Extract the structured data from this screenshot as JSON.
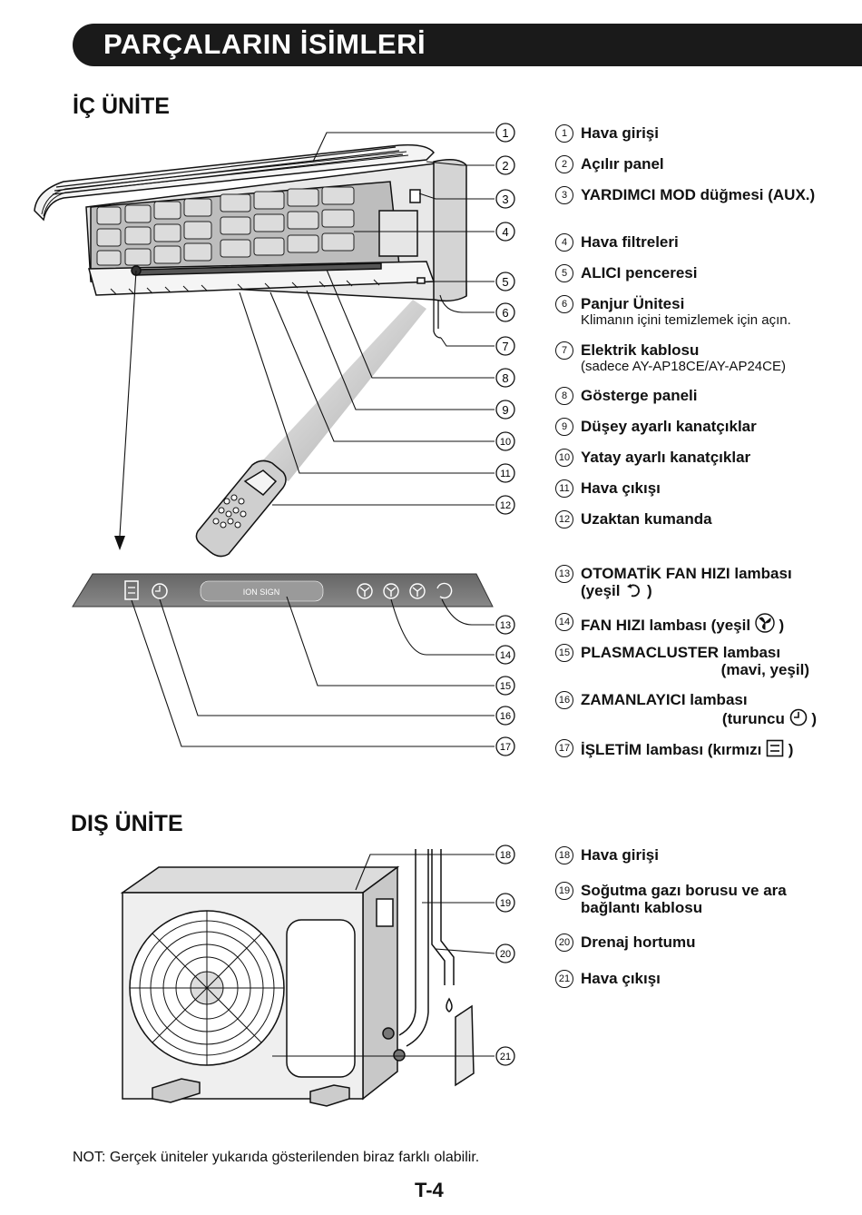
{
  "header": {
    "title": "PARÇALARIN İSİMLERİ"
  },
  "sections": {
    "indoor": "İÇ ÜNİTE",
    "outdoor": "DIŞ ÜNİTE"
  },
  "callout_numbers": [
    "1",
    "2",
    "3",
    "4",
    "5",
    "6",
    "7",
    "8",
    "9",
    "10",
    "11",
    "12",
    "13",
    "14",
    "15",
    "16",
    "17",
    "18",
    "19",
    "20",
    "21"
  ],
  "indoor_parts": [
    {
      "num": "1",
      "label": "Hava girişi",
      "sub": ""
    },
    {
      "num": "2",
      "label": "Açılır panel",
      "sub": ""
    },
    {
      "num": "3",
      "label": "YARDIMCI MOD düğmesi (AUX.)",
      "sub": ""
    },
    {
      "num": "4",
      "label": "Hava filtreleri",
      "sub": ""
    },
    {
      "num": "5",
      "label": "ALICI penceresi",
      "sub": ""
    },
    {
      "num": "6",
      "label": "Panjur Ünitesi",
      "sub": "Klimanın içini temizlemek için açın."
    },
    {
      "num": "7",
      "label": "Elektrik kablosu",
      "sub": "(sadece AY-AP18CE/AY-AP24CE)"
    },
    {
      "num": "8",
      "label": "Gösterge paneli",
      "sub": ""
    },
    {
      "num": "9",
      "label": "Düşey ayarlı kanatçıklar",
      "sub": ""
    },
    {
      "num": "10",
      "label": "Yatay ayarlı kanatçıklar",
      "sub": ""
    },
    {
      "num": "11",
      "label": "Hava çıkışı",
      "sub": ""
    },
    {
      "num": "12",
      "label": "Uzaktan kumanda",
      "sub": ""
    }
  ],
  "display_parts": [
    {
      "num": "13",
      "label": "OTOMATİK FAN HIZI lambası (yeşil",
      "end": ")"
    },
    {
      "num": "14",
      "label": "FAN HIZI lambası (yeşil",
      "end": ")"
    },
    {
      "num": "15",
      "label": "PLASMACLUSTER lambası",
      "line2": "(mavi, yeşil)"
    },
    {
      "num": "16",
      "label": "ZAMANLAYICI lambası",
      "line2": "(turuncu",
      "end": ")"
    },
    {
      "num": "17",
      "label": "İŞLETİM lambası (kırmızı",
      "end": ")"
    }
  ],
  "display_panel": {
    "sign_text": "ION SIGN"
  },
  "outdoor_parts": [
    {
      "num": "18",
      "label": "Hava girişi"
    },
    {
      "num": "19",
      "label": "Soğutma gazı borusu ve ara bağlantı kablosu"
    },
    {
      "num": "20",
      "label": "Drenaj hortumu"
    },
    {
      "num": "21",
      "label": "Hava çıkışı"
    }
  ],
  "icons": [
    "auto-fan-icon",
    "fan-icon",
    "timer-icon",
    "operation-icon"
  ],
  "footer": {
    "note": "NOT: Gerçek üniteler yukarıda gösterilenden biraz farklı olabilir.",
    "page": "T-4"
  }
}
